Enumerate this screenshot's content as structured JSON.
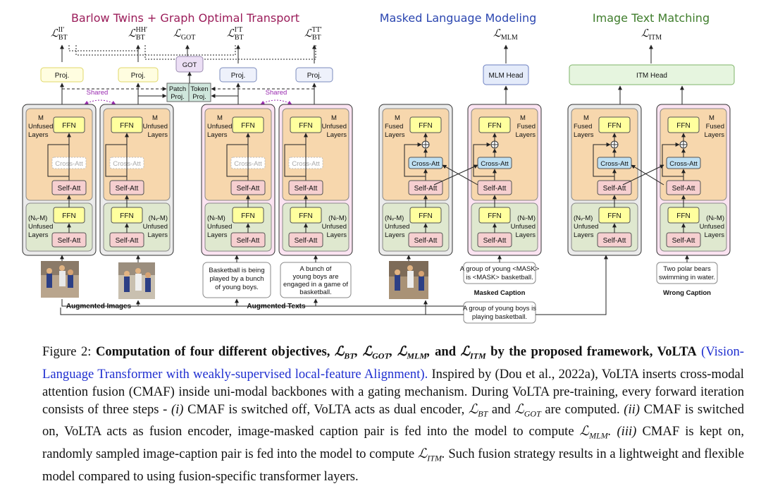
{
  "sections": {
    "bt_got": "Barlow Twins + Graph Optimal Transport",
    "mlm": "Masked Language Modeling",
    "itm": "Image Text Matching"
  },
  "losses": {
    "bt_ii": "BT",
    "bt_ii_sup": "II′",
    "bt_hh": "BT",
    "bt_hh_sup": "HH′",
    "got": "GOT",
    "bt_it": "BT",
    "bt_it_sup": "I′T",
    "bt_tt": "BT",
    "bt_tt_sup": "TT′",
    "mlm": "MLM",
    "itm": "ITM"
  },
  "heads": {
    "proj": "Proj.",
    "got": "GOT",
    "patch1": "Patch",
    "patch2": "Proj.",
    "token1": "Token",
    "token2": "Proj.",
    "mlm_head": "MLM Head",
    "itm_head": "ITM Head",
    "shared": "Shared"
  },
  "blocks": {
    "m": "M",
    "unfused": "Unfused",
    "fused": "Fused",
    "layers": "Layers",
    "ffn": "FFN",
    "cross_att": "Cross-Att",
    "self_att": "Self-Att",
    "nv_m": "(Nᵥ-M)",
    "nl_m": "(Nₗ-M)"
  },
  "inputs": {
    "augmented_images": "Augmented Images",
    "augmented_texts": "Augmented Texts",
    "text1": [
      "Basketball is being",
      "played by a bunch",
      "of young boys."
    ],
    "text2": [
      "A bunch of",
      "young boys are",
      "engaged in a game of",
      "basketball."
    ],
    "masked": [
      "A group of young <MASK>",
      "is <MASK> basketball."
    ],
    "masked_caption": "Masked Caption",
    "original": [
      "A group of young boys is",
      "playing basketball."
    ],
    "wrong": [
      "Two polar bears",
      "swimming in water."
    ],
    "wrong_caption": "Wrong Caption"
  },
  "caption": {
    "fig_label": "Figure 2:",
    "bold_lead": "Computation of four different objectives,",
    "and": "and",
    "bold_tail": "by the proposed framework, VoLTA",
    "expand": "(Vision-Language Transformer with weakly-supervised local-feature Alignment).",
    "body1": "Inspired by (Dou et al., 2022a), VoLTA inserts cross-modal attention fusion (CMAF) inside uni-modal backbones with a gating mechanism. During VoLTA pre-training, every forward iteration consists of three steps -",
    "i": "(i)",
    "body2": "CMAF is switched off, VoLTA acts as dual encoder,",
    "and2": "and",
    "body3": "are computed.",
    "ii": "(ii)",
    "body4": "CMAF is switched on, VoLTA acts as fusion encoder, image-masked caption pair is fed into the model to compute",
    "iii": "(iii)",
    "body5": "CMAF is kept on, randomly sampled image-caption pair is fed into the model to compute",
    "body6": "Such fusion strategy results in a lightweight and flexible model compared to using fusion-specific transformer layers.",
    "l_bt": "BT",
    "l_got": "GOT",
    "l_mlm": "MLM",
    "l_itm": "ITM"
  },
  "colors": {
    "title_bt": "#9b1d5a",
    "title_mlm": "#2b46b0",
    "title_itm": "#3f7d2c",
    "upper_fill": "#f7d7ad",
    "lower_fill": "#dfe8cf",
    "ffn_fill": "#ffff9e",
    "self_fill": "#f6cfd0",
    "cross_fill": "#bfe0f2",
    "pink_outer": "#fbe3f1",
    "gray_outer": "#ebebeb",
    "shared": "#9a2bb0"
  }
}
